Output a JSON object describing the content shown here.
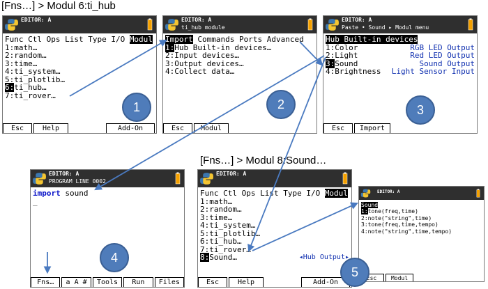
{
  "captions": {
    "top": "[Fns…] > Modul 6:ti_hub",
    "middle": "[Fns…] > Modul 8:Sound…"
  },
  "screen1": {
    "title": "EDITOR: A",
    "menu": "Func Ctl Ops List Type I/O ",
    "menu_selected": "Modul",
    "items": [
      "1:math…",
      "2:random…",
      "3:time…",
      "4:ti_system…",
      "5:ti_plotlib…",
      "6:ti_hub…",
      "7:ti_rover…"
    ],
    "softkeys": [
      "Esc",
      "Help",
      "Add-On"
    ]
  },
  "screen2": {
    "title": "EDITOR: A",
    "subtitle": "ti_hub module",
    "tabs_selected": "Import",
    "tabs_rest": " Commands Ports Advanced",
    "items": [
      "1:Hub Built-in devices…",
      "2:Input devices…",
      "3:Output devices…",
      "4:Collect data…"
    ],
    "softkeys": [
      "Esc",
      "Modul"
    ]
  },
  "screen3": {
    "title": "EDITOR: A",
    "subtitle": "Paste • Sound ▸ Modul menu",
    "heading": "Hub Built-in devices",
    "rows": [
      {
        "left": "1:Color",
        "right": "RGB LED Output"
      },
      {
        "left": "2:Light",
        "right": "Red LED Output"
      },
      {
        "left": "3:Sound",
        "right": "Sound Output"
      },
      {
        "left": "4:Brightness",
        "right": "Light Sensor Input"
      }
    ],
    "softkeys": [
      "Esc",
      "Import"
    ]
  },
  "screen4": {
    "title": "EDITOR: A",
    "subtitle": "PROGRAM LINE 0002",
    "keyword": "import",
    "code": " sound",
    "cursor": "_",
    "softkeys": [
      "Fns…",
      "a A #",
      "Tools",
      "Run",
      "Files"
    ]
  },
  "screen5": {
    "title": "EDITOR: A",
    "menu": "Func Ctl Ops List Type I/O ",
    "menu_selected": "Modul",
    "items": [
      "1:math…",
      "2:random…",
      "3:time…",
      "4:ti_system…",
      "5:ti_plotlib…",
      "6:ti_hub…",
      "7:ti_rover…"
    ],
    "selected_item": "8:Sound…",
    "selected_hint": "◂Hub Output▸",
    "softkeys": [
      "Esc",
      "Help",
      "Add-On"
    ]
  },
  "screen6": {
    "title": "EDITOR: A",
    "heading": "Sound",
    "items": [
      "1:tone(freq,time)",
      "2:note(\"string\",time)",
      "3:tone(freq,time,tempo)",
      "4:note(\"string\",time,tempo)"
    ],
    "softkeys": [
      "Esc",
      "Modul"
    ]
  },
  "badges": [
    "1",
    "2",
    "3",
    "4",
    "5"
  ],
  "colors": {
    "header": "#2f2f2f",
    "badge": "#4f7cba",
    "arrow": "#4a7ac0",
    "code_blue": "#1030b0"
  }
}
